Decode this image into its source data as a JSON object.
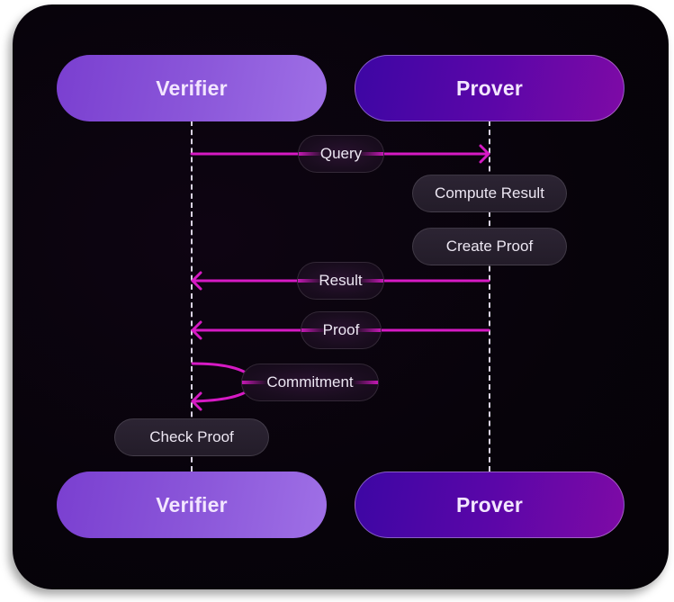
{
  "diagram": {
    "type": "sequence-diagram",
    "actors": {
      "top": [
        {
          "id": "verifier",
          "label": "Verifier"
        },
        {
          "id": "prover",
          "label": "Prover"
        }
      ],
      "bottom": [
        {
          "id": "verifier",
          "label": "Verifier"
        },
        {
          "id": "prover",
          "label": "Prover"
        }
      ]
    },
    "steps": [
      {
        "kind": "message",
        "from": "verifier",
        "to": "prover",
        "label": "Query"
      },
      {
        "kind": "action",
        "actor": "prover",
        "label": "Compute Result"
      },
      {
        "kind": "action",
        "actor": "prover",
        "label": "Create Proof"
      },
      {
        "kind": "message",
        "from": "prover",
        "to": "verifier",
        "label": "Result"
      },
      {
        "kind": "message",
        "from": "prover",
        "to": "verifier",
        "label": "Proof"
      },
      {
        "kind": "self-message",
        "actor": "verifier",
        "label": "Commitment"
      },
      {
        "kind": "action",
        "actor": "verifier",
        "label": "Check Proof"
      }
    ],
    "colors": {
      "background": "#07030a",
      "verifier": "#8c58da",
      "prover": "#5a06a8",
      "arrow": "#d61ac4",
      "lifeline": "#d9d2e2",
      "pill_text": "#ece6f2"
    }
  }
}
